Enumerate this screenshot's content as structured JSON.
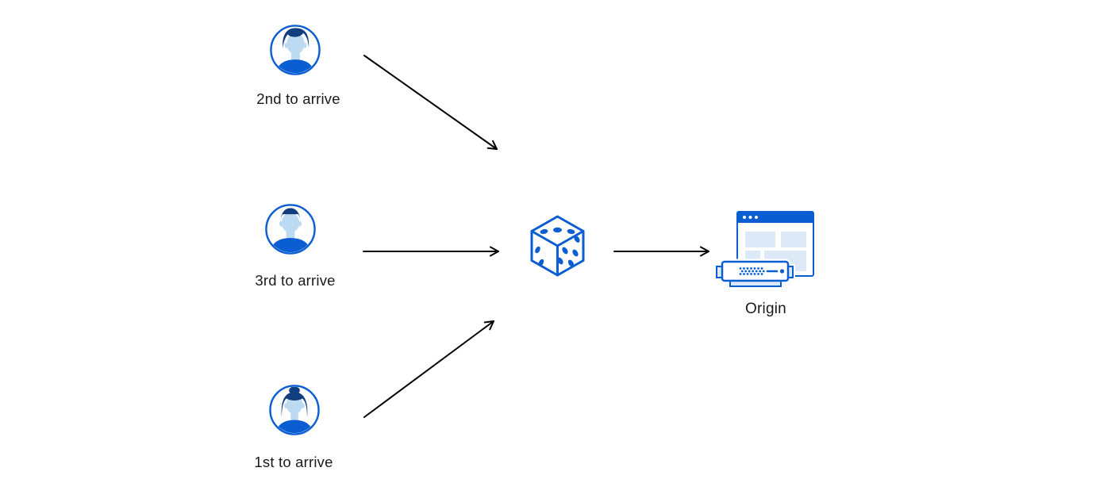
{
  "diagram": {
    "background_color": "#ffffff",
    "colors": {
      "primary_blue": "#0b5ed2",
      "dark_navy": "#123e80",
      "skin_light_blue": "#bcdaf1",
      "panel_light_blue": "#dde9f6",
      "arrow_color": "#000000",
      "label_color": "#1a1a1a"
    },
    "nodes": {
      "visitor_2nd": {
        "label": "2nd to arrive",
        "icon": "male-avatar-swept-hair-icon"
      },
      "visitor_3rd": {
        "label": "3rd to arrive",
        "icon": "male-avatar-flat-hair-icon"
      },
      "visitor_1st": {
        "label": "1st to arrive",
        "icon": "female-avatar-bun-icon"
      },
      "randomizer": {
        "icon": "dice-icon"
      },
      "origin": {
        "label": "Origin",
        "icon": "origin-server-icon"
      }
    },
    "edges": [
      {
        "from": "visitor_2nd",
        "to": "randomizer"
      },
      {
        "from": "visitor_3rd",
        "to": "randomizer"
      },
      {
        "from": "visitor_1st",
        "to": "randomizer"
      },
      {
        "from": "randomizer",
        "to": "origin"
      }
    ]
  }
}
